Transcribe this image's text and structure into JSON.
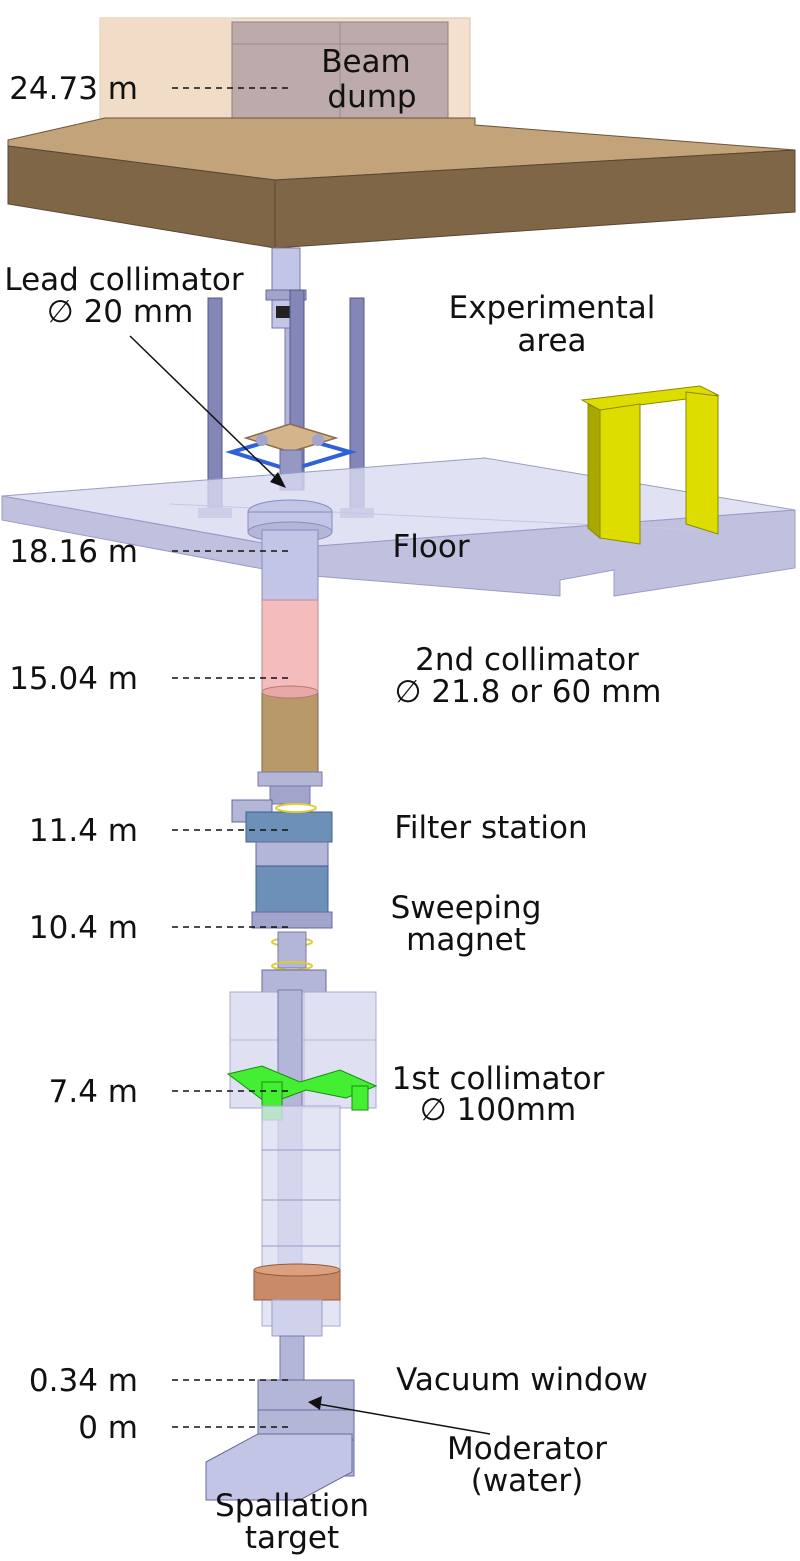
{
  "heights": [
    {
      "label": "24.73 m"
    },
    {
      "label": "18.16 m"
    },
    {
      "label": "15.04 m"
    },
    {
      "label": "11.4 m"
    },
    {
      "label": "10.4 m"
    },
    {
      "label": "7.4 m"
    },
    {
      "label": "0.34 m"
    },
    {
      "label": "0 m"
    }
  ],
  "components": {
    "beam_dump": [
      "Beam",
      "dump"
    ],
    "lead_collimator": [
      "Lead collimator",
      "∅ 20 mm"
    ],
    "experimental_area": [
      "Experimental",
      "area"
    ],
    "floor": [
      "Floor"
    ],
    "second_collimator": [
      "2nd collimator",
      "∅ 21.8 or 60 mm"
    ],
    "filter_station": [
      "Filter station"
    ],
    "sweeping_magnet": [
      "Sweeping",
      "magnet"
    ],
    "first_collimator": [
      "1st collimator",
      "∅ 100mm"
    ],
    "vacuum_window": [
      "Vacuum window"
    ],
    "moderator": [
      "Moderator",
      "(water)"
    ],
    "spallation_target": [
      "Spallation",
      "target"
    ]
  },
  "colors": {
    "beam_dump_box": "#b9a6a8",
    "beam_dump_halo": "#f1dcc6",
    "shielding_slab_top": "#c3a37a",
    "shielding_slab_side": "#7f6647",
    "floor_top": "#d8daf0",
    "floor_side": "#b4b6d8",
    "beam_pipe": "#c3c5e6",
    "second_collimator_pink": "#f2b6b6",
    "second_collimator_brown": "#b8996a",
    "filter_station": "#6d90b8",
    "sweeping_magnet": "#6d90b8",
    "first_collimator_frame": "#44ee33",
    "copper_ring": "#c98a68",
    "yellow_door": "#dddd00",
    "steel_columns": "#8486b8"
  }
}
